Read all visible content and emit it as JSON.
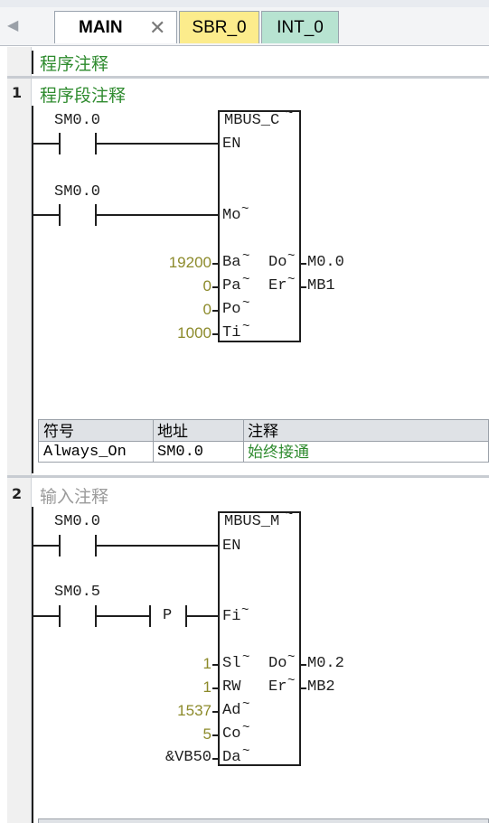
{
  "tabs": {
    "main": {
      "label": "MAIN",
      "close": "✕"
    },
    "sbr": {
      "label": "SBR_0"
    },
    "int": {
      "label": "INT_0"
    }
  },
  "program": {
    "comment": "程序注释"
  },
  "networks": [
    {
      "number": "1",
      "comment": "程序段注释",
      "contact1": "SM0.0",
      "contact2": "SM0.0",
      "block": {
        "title": "MBUS_C",
        "pins_left": [
          "EN",
          "Mo",
          "Ba",
          "Pa",
          "Po",
          "Ti"
        ],
        "pins_right": [
          "Do",
          "Er"
        ]
      },
      "inputs": {
        "ba": "19200",
        "pa": "0",
        "po": "0",
        "ti": "1000"
      },
      "outputs": {
        "do": "M0.0",
        "er": "MB1"
      },
      "symbol_table": {
        "headers": [
          "符号",
          "地址",
          "注释"
        ],
        "row": [
          "Always_On",
          "SM0.0",
          "始终接通"
        ]
      }
    },
    {
      "number": "2",
      "comment": "输入注释",
      "contact1": "SM0.0",
      "contact2": "SM0.5",
      "edge": "P",
      "block": {
        "title": "MBUS_M",
        "pins_left": [
          "EN",
          "Fi",
          "Sl",
          "RW",
          "Ad",
          "Co",
          "Da"
        ],
        "pins_right": [
          "Do",
          "Er"
        ]
      },
      "inputs": {
        "sl": "1",
        "rw": "1",
        "ad": "1537",
        "co": "5",
        "da": "&VB50"
      },
      "outputs": {
        "do": "M0.2",
        "er": "MB2"
      }
    }
  ],
  "icons": {
    "nav_left": "triangle-left-icon",
    "truncation": "~"
  }
}
